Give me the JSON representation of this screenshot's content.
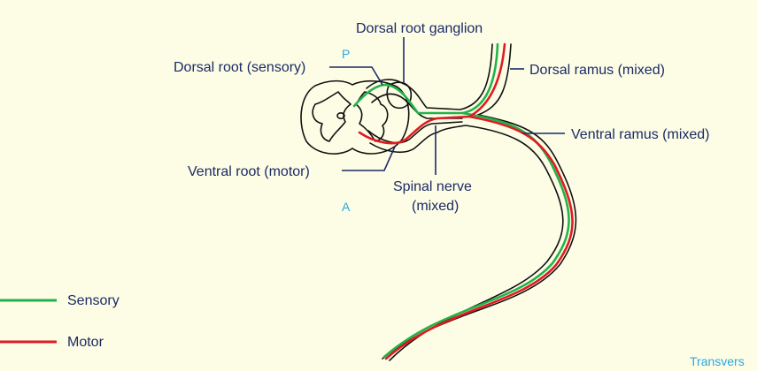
{
  "labels": {
    "dorsal_root_ganglion": "Dorsal root ganglion",
    "dorsal_root": "Dorsal root (sensory)",
    "dorsal_ramus": "Dorsal ramus (mixed)",
    "ventral_ramus": "Ventral ramus (mixed)",
    "ventral_root": "Ventral root (motor)",
    "spinal_nerve_line1": "Spinal nerve",
    "spinal_nerve_line2": "(mixed)",
    "posterior_marker": "P",
    "anterior_marker": "A",
    "caption_fragment": "Transvers"
  },
  "legend": [
    {
      "label": "Sensory",
      "color": "#22b34a"
    },
    {
      "label": "Motor",
      "color": "#e11b22"
    }
  ],
  "colors": {
    "background": "#fdfde6",
    "label_text": "#1b2a63",
    "marker_text": "#2aa7e0",
    "sensory": "#22b34a",
    "motor": "#e11b22",
    "outline": "#111111"
  }
}
